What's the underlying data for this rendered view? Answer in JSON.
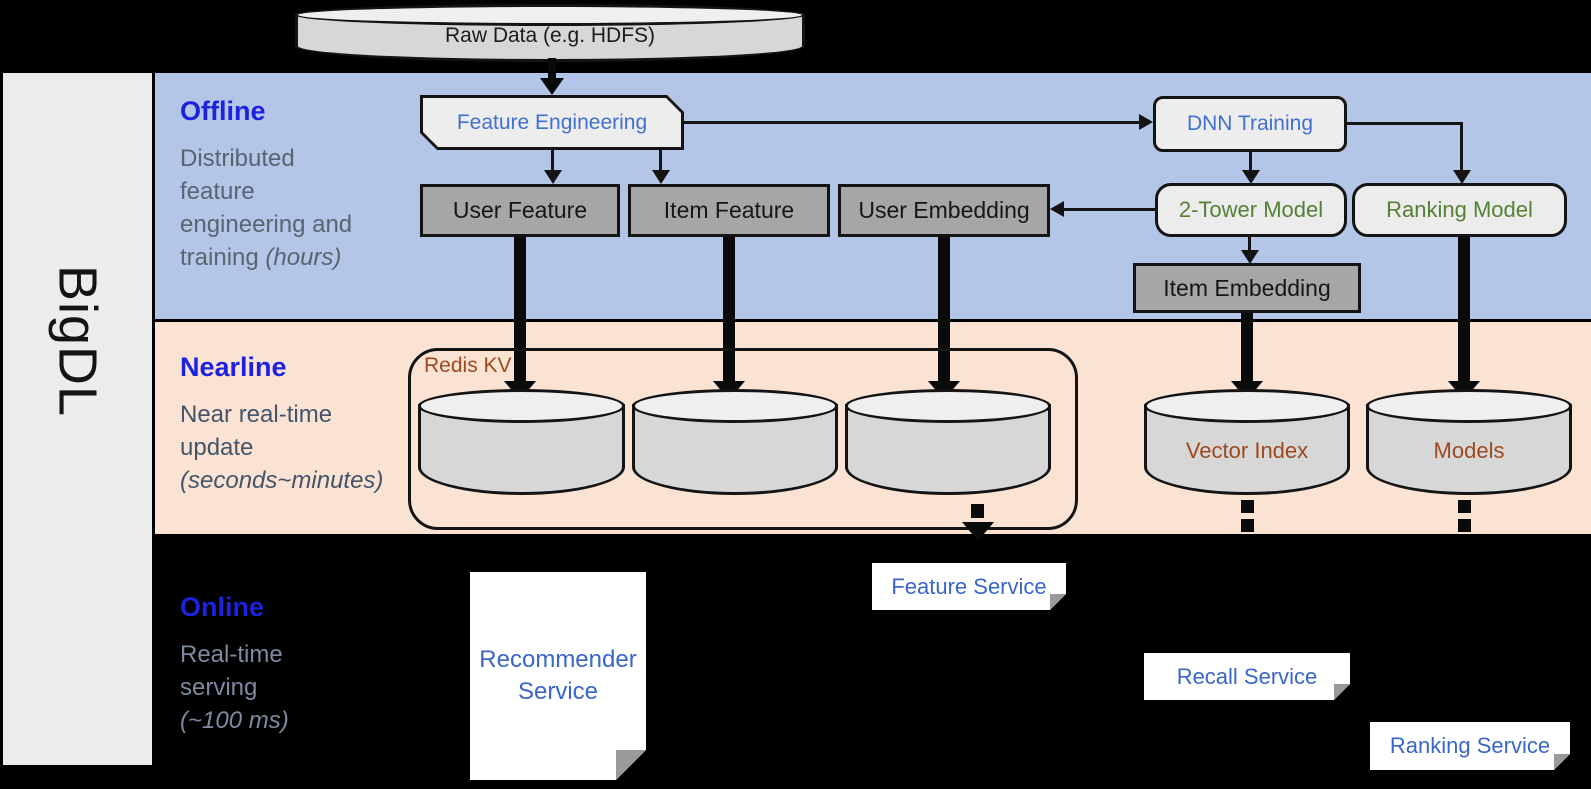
{
  "brand": "BigDL",
  "raw_data_label": "Raw Data (e.g. HDFS)",
  "sections": {
    "offline": {
      "title": "Offline",
      "desc_line1": "Distributed",
      "desc_line2": "feature",
      "desc_line3": "engineering and",
      "desc_line4": "training",
      "desc_line4_italic": "(hours)"
    },
    "nearline": {
      "title": "Nearline",
      "desc_line1": "Near real-time",
      "desc_line2": "update",
      "desc_italic": "(seconds~minutes)"
    },
    "online": {
      "title": "Online",
      "desc_line1": "Real-time",
      "desc_line2": "serving",
      "desc_italic": "(~100 ms)"
    }
  },
  "nodes": {
    "feature_engineering": "Feature Engineering",
    "user_feature": "User Feature",
    "item_feature": "Item Feature",
    "user_embedding": "User Embedding",
    "dnn_training": "DNN Training",
    "two_tower_model": "2-Tower Model",
    "ranking_model": "Ranking Model",
    "item_embedding": "Item Embedding",
    "redis_kv": "Redis KV",
    "vector_index": "Vector Index",
    "models": "Models",
    "recommender_service": "Recommender Service",
    "feature_service": "Feature Service",
    "recall_service": "Recall Service",
    "ranking_service": "Ranking Service"
  },
  "colors": {
    "background": "#000000",
    "band_offline": "#b3c6e7",
    "band_nearline": "#fbe3d4",
    "sidebar_gray": "#ececec",
    "box_dark_gray": "#a6a6a6",
    "box_light_gray": "#ededed",
    "heading_blue": "#1c22e0",
    "node_label_blue": "#4170ce",
    "model_green": "#538135",
    "storage_brown": "#9c4a1d",
    "service_blue": "#3a66c8"
  }
}
